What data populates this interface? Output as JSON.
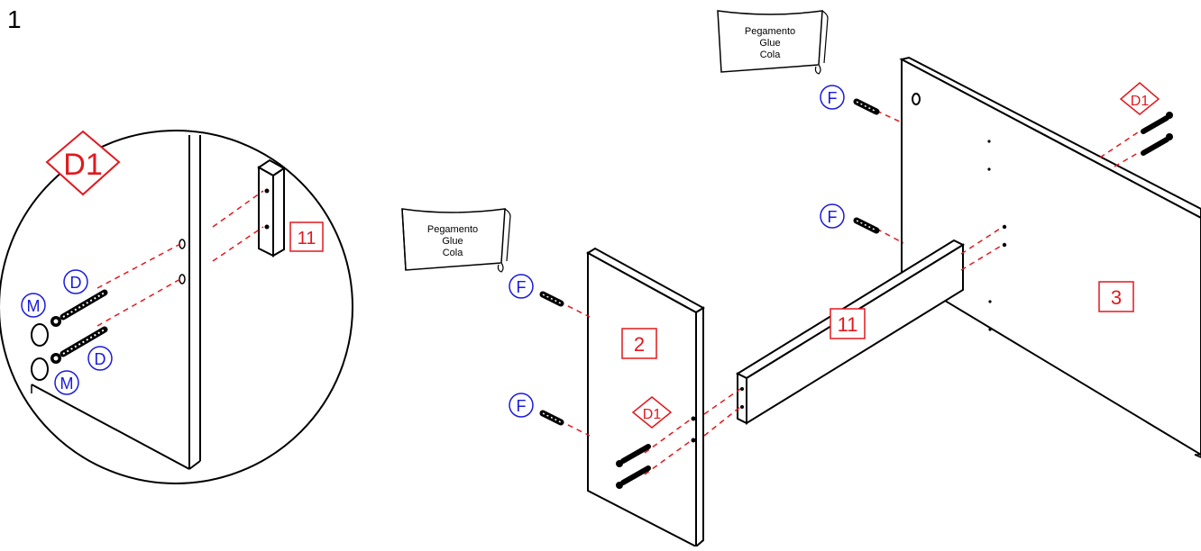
{
  "step_number": "1",
  "glue_label": {
    "line1": "Pegamento",
    "line2": "Glue",
    "line3": "Cola"
  },
  "hardware_labels": {
    "F": "F",
    "D": "D",
    "M": "M",
    "D1": "D1"
  },
  "part_labels": {
    "part_2": "2",
    "part_3": "3",
    "part_11": "11"
  },
  "colors": {
    "hardware_label": "#1a1adb",
    "part_label": "#e0191e",
    "dashed_line": "#e0191e",
    "outline": "#000000"
  },
  "icons": [
    "glue-bottle-icon",
    "wooden-dowel-icon",
    "cam-bolt-icon",
    "cam-lock-ring-icon"
  ]
}
